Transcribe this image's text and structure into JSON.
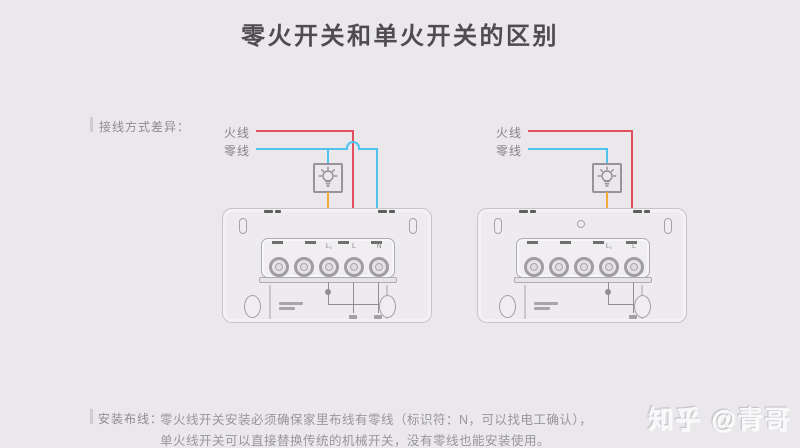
{
  "title": "零火开关和单火开关的区别",
  "watermark": "知乎 @青哥",
  "wiring_section": {
    "label": "接线方式差异："
  },
  "install_section": {
    "label": "安装布线：",
    "line1": "零火线开关安装必须确保家里布线有零线（标识符：N，可以找电工确认），",
    "line2": "单火线开关可以直接替换传统的机械开关，没有零线也能安装使用。"
  },
  "legend": {
    "live": "火线",
    "neutral": "零线"
  },
  "diagrams": {
    "left": {
      "terminal_labels": [
        "L₁",
        "L",
        "N"
      ]
    },
    "right": {
      "terminal_labels": [
        "L₁",
        "L"
      ]
    }
  },
  "colors": {
    "live": "#E0505F",
    "neutral": "#4FC3ED",
    "lamp": "#F3A93C"
  }
}
